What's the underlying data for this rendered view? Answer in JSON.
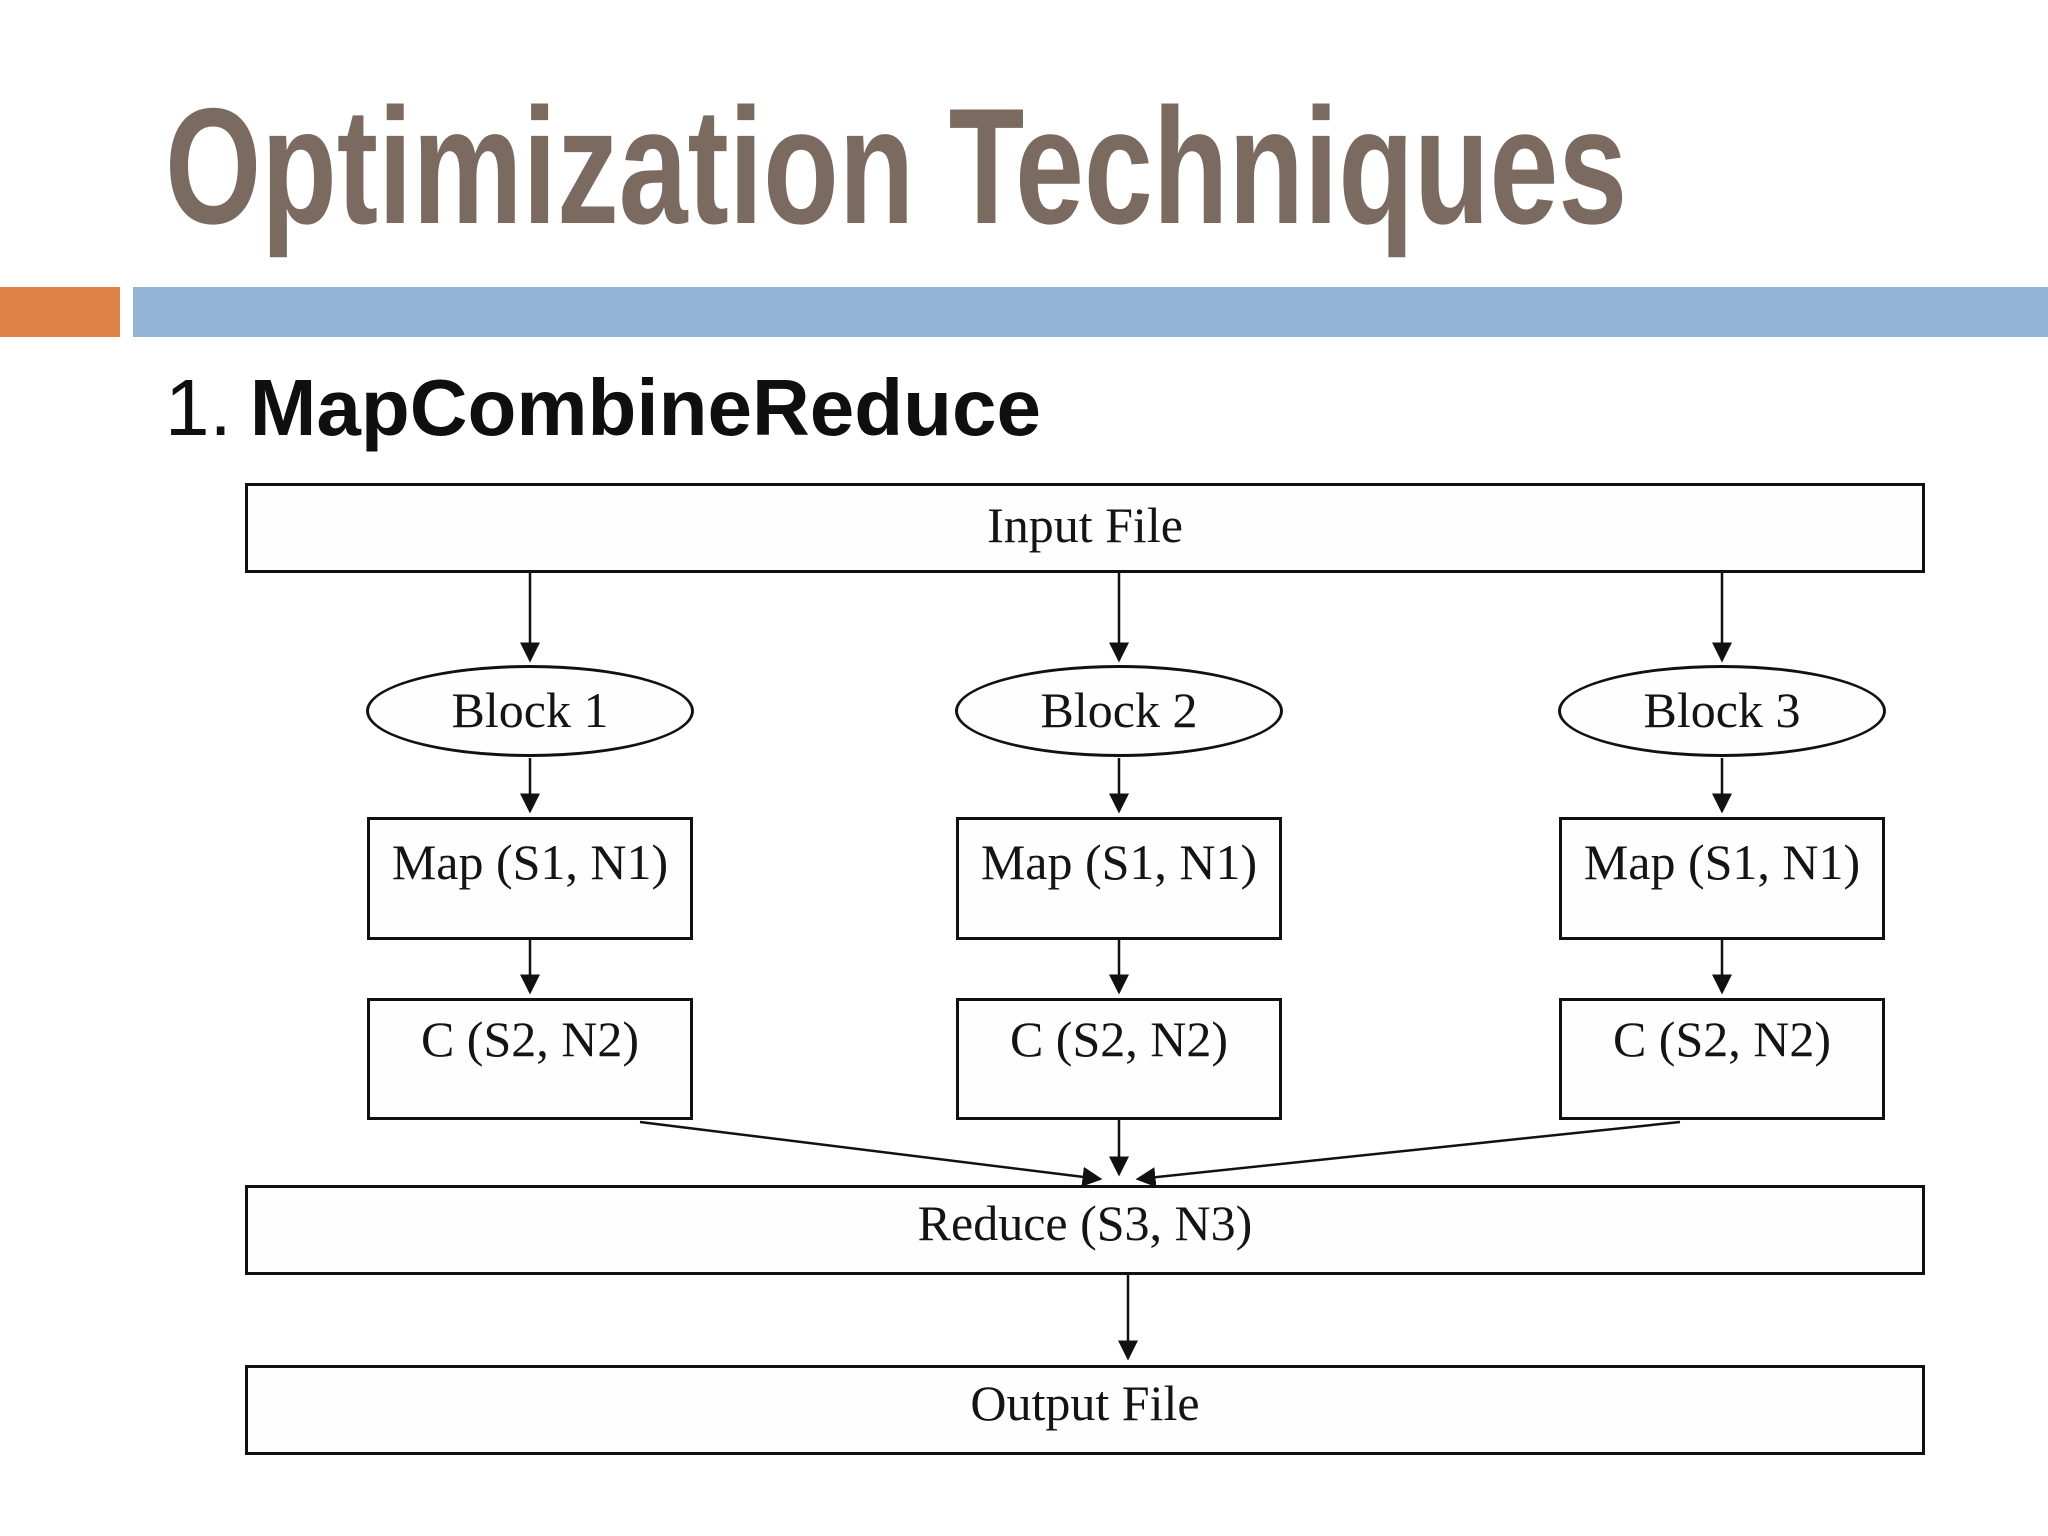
{
  "slide": {
    "title": "Optimization Techniques",
    "heading_number": "1.",
    "heading_text": "MapCombineReduce",
    "colors": {
      "title_text": "#7a6a60",
      "accent_orange": "#dc8246",
      "accent_blue": "#93b3d5",
      "diagram_ink": "#141414",
      "background": "#ffffff"
    }
  },
  "diagram": {
    "input_label": "Input File",
    "blocks": [
      "Block 1",
      "Block 2",
      "Block 3"
    ],
    "map_labels": [
      "Map (S1, N1)",
      "Map (S1, N1)",
      "Map (S1, N1)"
    ],
    "combine_labels": [
      "C (S2, N2)",
      "C (S2, N2)",
      "C (S2, N2)"
    ],
    "reduce_label": "Reduce (S3, N3)",
    "output_label": "Output File"
  }
}
